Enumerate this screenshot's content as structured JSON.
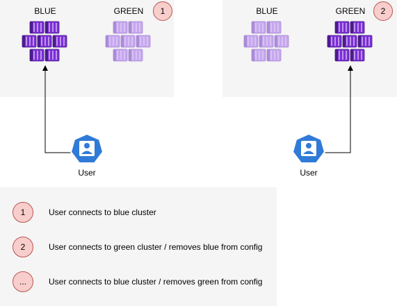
{
  "panels": [
    {
      "clusters": [
        {
          "label": "BLUE",
          "active": true
        },
        {
          "label": "GREEN",
          "active": false
        }
      ],
      "step": "1",
      "user_label": "User"
    },
    {
      "clusters": [
        {
          "label": "BLUE",
          "active": false
        },
        {
          "label": "GREEN",
          "active": true
        }
      ],
      "step": "2",
      "user_label": "User"
    }
  ],
  "legend": [
    {
      "marker": "1",
      "text": "User connects to blue cluster"
    },
    {
      "marker": "2",
      "text": "User connects to green cluster / removes blue from config"
    },
    {
      "marker": "...",
      "text": "User connects to blue cluster / removes green from config"
    }
  ],
  "colors": {
    "panel_bg": "#f5f5f5",
    "badge_fill": "#f8cecc",
    "badge_stroke": "#b85450",
    "active_container": "#7b2ed6",
    "inactive_container": "#c6a7ee",
    "user_icon": "#2f7bd7"
  },
  "icons": {
    "cluster": "container-cluster-icon",
    "user": "user-badge-icon"
  }
}
